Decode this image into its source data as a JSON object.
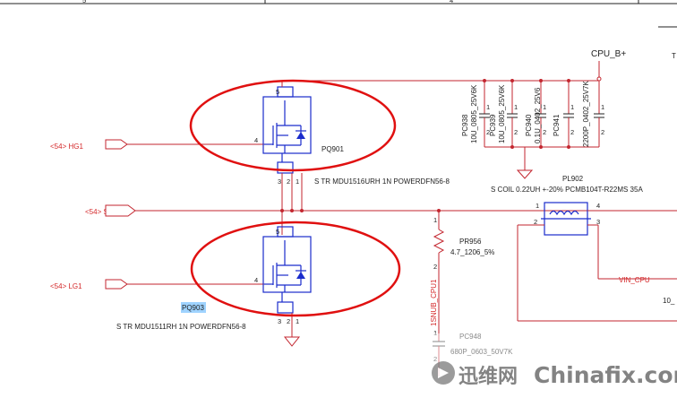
{
  "border": {
    "col_left": "5",
    "col_right": "4"
  },
  "nets": {
    "cpu_b": "CPU_B+",
    "hg1": "<54>  HG1",
    "sw1": "<54>  SW1",
    "lg1": "<54>  LG1",
    "vin_cpu": "VIN_CPU",
    "snub": "1SNUB_CPU1"
  },
  "components": {
    "pq901_ref": "PQ901",
    "pq901_desc": "S TR MDU1516URH 1N POWERDFN56-8",
    "pq903_ref": "PQ903",
    "pq903_desc": "S TR MDU1511RH 1N POWERDFN56-8",
    "pc938_ref": "PC938",
    "pc938_val": "10U_0805_25V6K",
    "pc939_ref": "PC939",
    "pc939_val": "10U_0805_25V6K",
    "pc940_ref": "PC940",
    "pc940_val": "0.1U_0402_25V6",
    "pc941_ref": "PC941",
    "pc941_val": "2200P_0402_25V7K",
    "pl902_ref": "PL902",
    "pl902_desc": "S COIL 0.22UH +-20% PCMB104T-R22MS 35A",
    "pr956_ref": "PR956",
    "pr956_val": "4.7_1206_5%",
    "pc948_ref": "PC948",
    "pc948_val": "680P_0603_50V7K",
    "right_partial": "10_"
  },
  "pins": {
    "one": "1",
    "two": "2",
    "three": "3",
    "four": "4",
    "five": "5"
  },
  "watermark": {
    "cn": "迅维网",
    "en": "Chinafix.com"
  },
  "colors": {
    "wire": "#c3262f",
    "component": "#1a2ccc",
    "highlight_ellipse": "#e01010",
    "selected_label": "#9fd3ff"
  }
}
